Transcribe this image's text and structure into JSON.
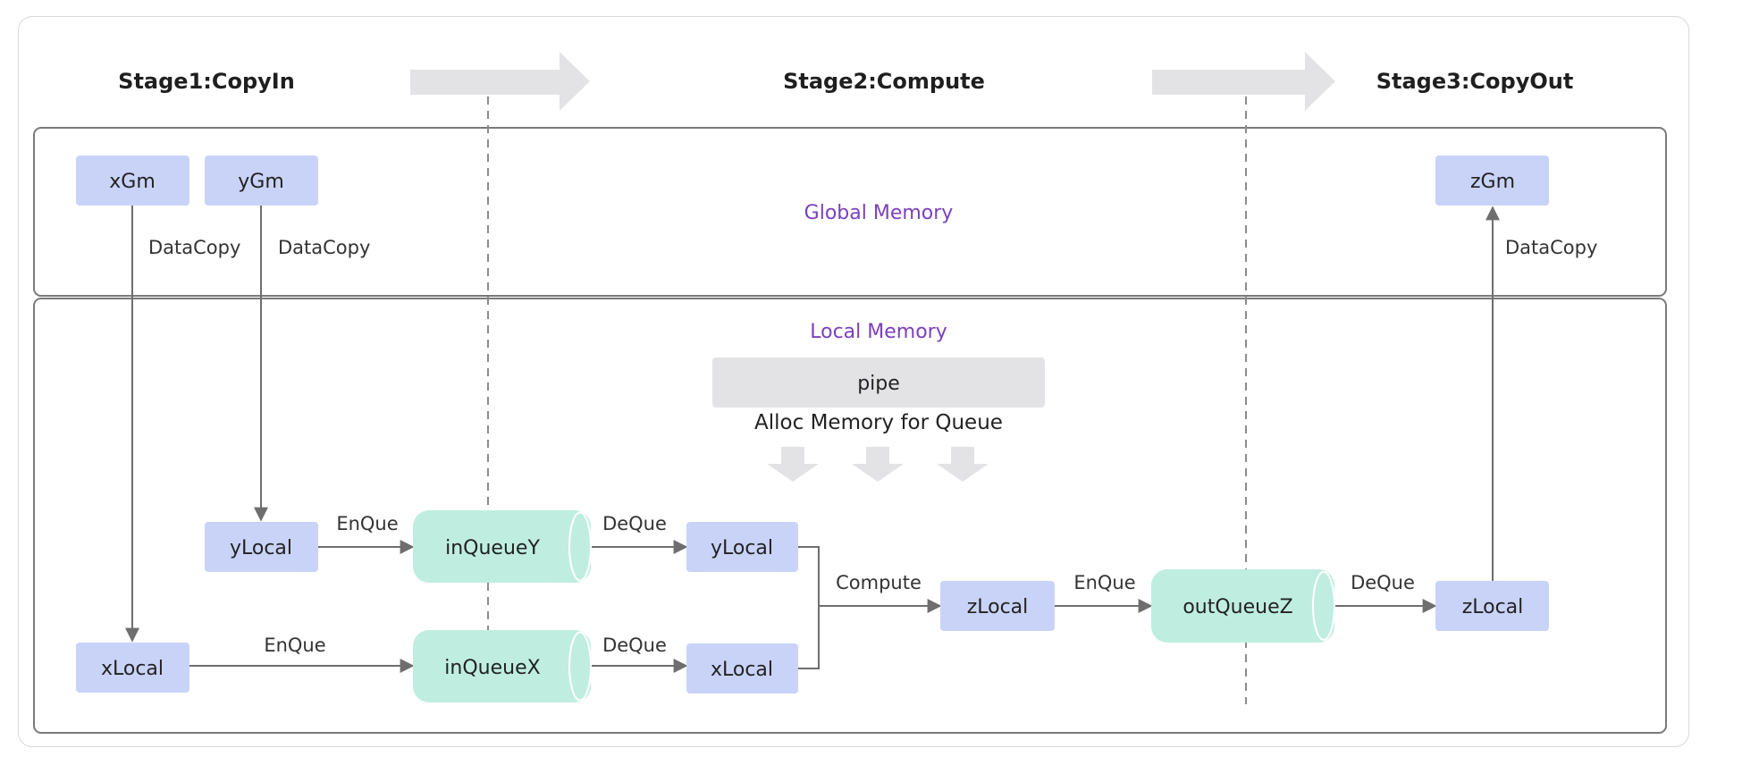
{
  "stages": {
    "copyin": "Stage1:CopyIn",
    "compute": "Stage2:Compute",
    "copyout": "Stage3:CopyOut"
  },
  "regions": {
    "global": "Global Memory",
    "local": "Local Memory"
  },
  "nodes": {
    "xgm": "xGm",
    "ygm": "yGm",
    "zgm": "zGm",
    "ylocal_in": "yLocal",
    "xlocal_in": "xLocal",
    "inqueue_y": "inQueueY",
    "inqueue_x": "inQueueX",
    "ylocal_compute": "yLocal",
    "xlocal_compute": "xLocal",
    "zlocal_compute": "zLocal",
    "outqueue_z": "outQueueZ",
    "zlocal_out": "zLocal"
  },
  "edges": {
    "xgm_copy": "DataCopy",
    "ygm_copy": "DataCopy",
    "zgm_copy": "DataCopy",
    "y_enque": "EnQue",
    "x_enque": "EnQue",
    "y_deque": "DeQue",
    "x_deque": "DeQue",
    "compute": "Compute",
    "z_enque": "EnQue",
    "z_deque": "DeQue"
  },
  "pipe": {
    "label": "pipe",
    "caption": "Alloc Memory for Queue"
  },
  "colors": {
    "tensor_box": "#c9d3f8",
    "queue": "#bfeee0",
    "memory_label": "#7b3fbf",
    "stage_arrow": "#e3e3e5"
  }
}
